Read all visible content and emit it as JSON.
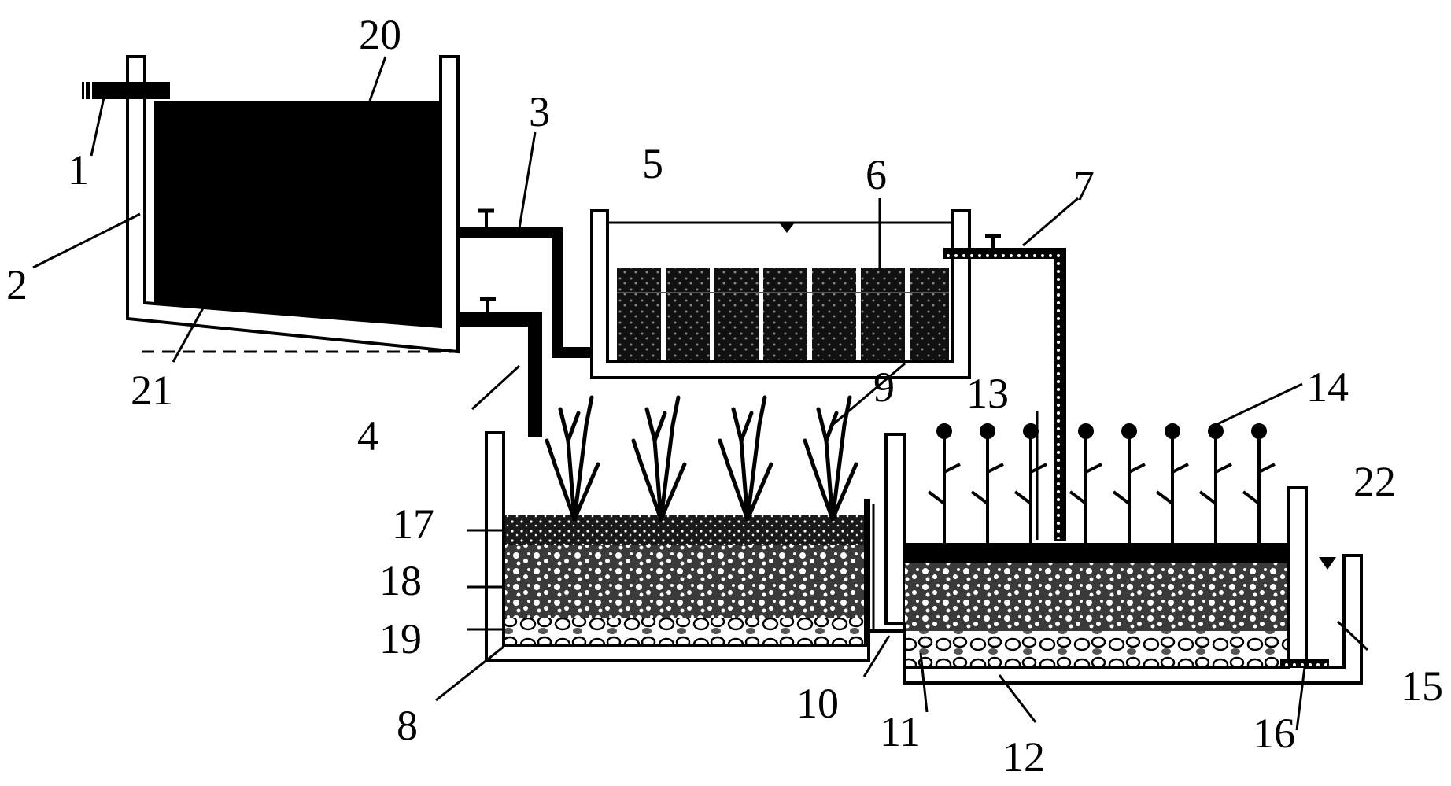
{
  "labels": {
    "n1": "1",
    "n2": "2",
    "n3": "3",
    "n4": "4",
    "n5": "5",
    "n6": "6",
    "n7": "7",
    "n8": "8",
    "n9": "9",
    "n10": "10",
    "n11": "11",
    "n12": "12",
    "n13": "13",
    "n14": "14",
    "n15": "15",
    "n16": "16",
    "n17": "17",
    "n18": "18",
    "n19": "19",
    "n20": "20",
    "n21": "21",
    "n22": "22"
  },
  "colors": {
    "ink": "#000000",
    "paper": "#ffffff",
    "media": "#2a2a2a"
  }
}
